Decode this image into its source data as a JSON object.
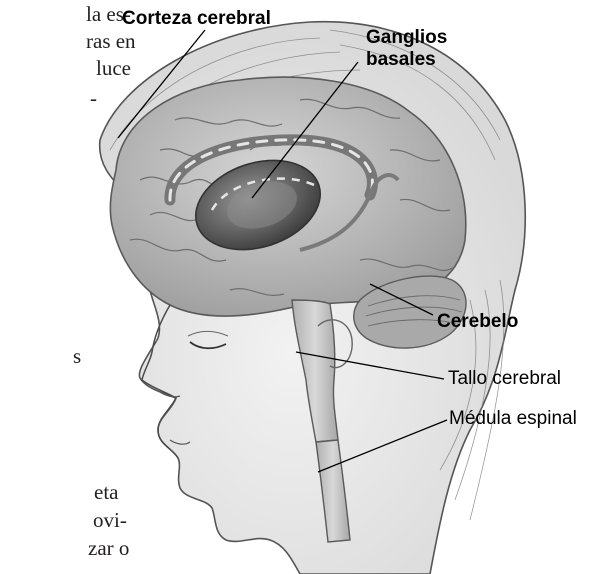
{
  "labels": {
    "cortex": "Corteza cerebral",
    "basal_line1": "Ganglios",
    "basal_line2": "basales",
    "cerebellum": "Cerebelo",
    "brainstem": "Tallo cerebral",
    "spinal_cord": "Médula espinal"
  },
  "side_text": {
    "line1": "la es-",
    "line2": "ras en",
    "line3": "luce",
    "line4": "-",
    "line5": "s",
    "line6": "eta",
    "line7": "ovi-",
    "line8": "zar o"
  },
  "colors": {
    "ink": "#231f20",
    "basal_ganglia": "#5a5a5a",
    "brain": "#b8b8b8"
  }
}
